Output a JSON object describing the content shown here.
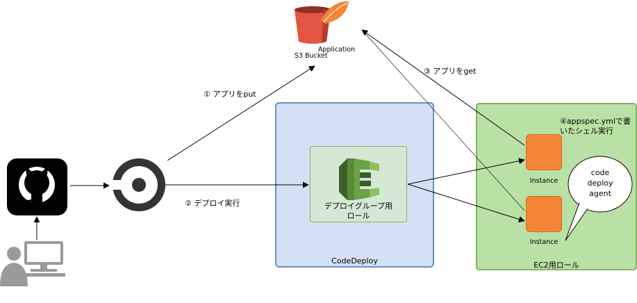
{
  "s3": {
    "label": "S3 Bucket",
    "object_label": "Application"
  },
  "steps": {
    "put": "① アプリをput",
    "deploy": "② デプロイ実行",
    "get": "③ アプリをget",
    "script_line1": "④appspec.ymlで書",
    "script_line2": "いたシェル実行"
  },
  "codedeploy": {
    "group_label": "CodeDeploy",
    "role_line1": "デプロイグループ用",
    "role_line2": "ロール"
  },
  "ec2": {
    "group_label": "EC2用ロール",
    "instance1_label": "Instance",
    "instance2_label": "Instance"
  },
  "agent": {
    "line1": "code",
    "line2": "deploy",
    "line3": "agent"
  },
  "colors": {
    "codedeploy_fill": "#d4e1f5",
    "ec2_fill": "#b9e0a5",
    "instance": "#f58536",
    "s3": "#e25444",
    "circleci": "#343434"
  }
}
